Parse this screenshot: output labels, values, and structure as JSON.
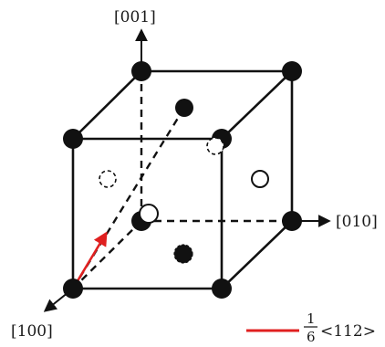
{
  "axes": {
    "z_label": "[001]",
    "y_label": "[010]",
    "x_label": "[100]"
  },
  "legend": {
    "numerator": "1",
    "denominator": "6",
    "direction": "<112>",
    "color": "#e02020"
  },
  "colors": {
    "lines": "#111111",
    "vector": "#e02020"
  }
}
